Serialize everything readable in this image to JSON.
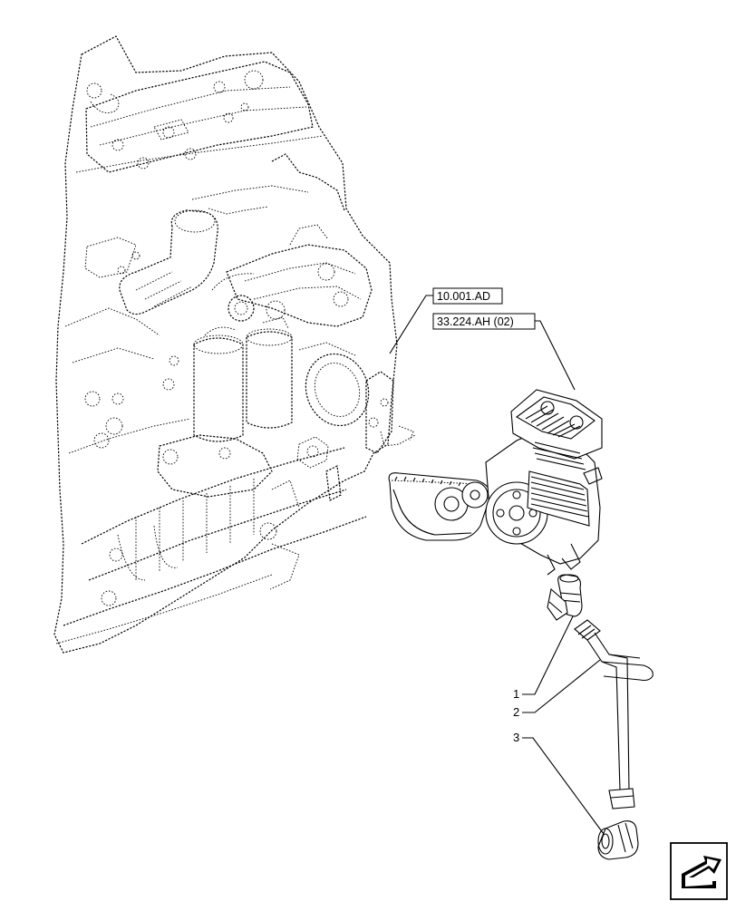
{
  "references": [
    {
      "label": "10.001.AD"
    },
    {
      "label": "33.224.AH (02)"
    }
  ],
  "callouts": [
    {
      "number": "1",
      "part": "elbow-fitting"
    },
    {
      "number": "2",
      "part": "air-pipe"
    },
    {
      "number": "3",
      "part": "elbow-connector"
    }
  ],
  "nav_icon": "direction-arrow-icon"
}
